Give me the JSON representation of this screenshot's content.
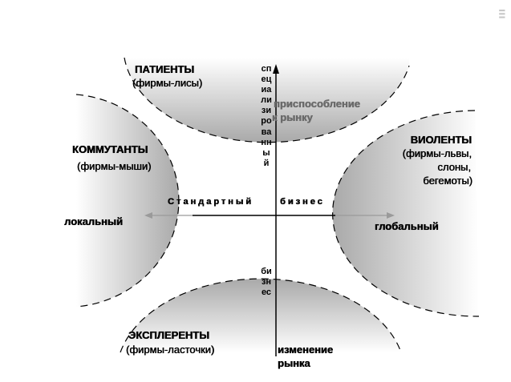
{
  "diagram": {
    "quadrants": {
      "patients": {
        "title": "ПАТИЕНТЫ",
        "subtitle": "(фирмы-лисы)"
      },
      "commutants": {
        "title": "КОММУТАНТЫ",
        "subtitle": "(фирмы-мыши)"
      },
      "violents": {
        "title": "ВИОЛЕНТЫ",
        "line2": "(фирмы-львы,",
        "line3": "слоны,",
        "line4": "бегемоты)"
      },
      "explerents": {
        "title": "ЭКСПЛЕРЕНТЫ",
        "subtitle": "(фирмы-ласточки)"
      }
    },
    "axes": {
      "vertical_top_label": "специализированный",
      "vertical_bottom_label": "бизнес",
      "horizontal_left_label": "Стандартный",
      "horizontal_right_label": "бизнес",
      "left_end_label": "локальный",
      "right_end_label": "глобальный",
      "top_annotation_line1": "приспособление",
      "top_annotation_line2": "к рынку",
      "bottom_annotation_line1": "изменение",
      "bottom_annotation_line2": "рынка"
    },
    "colors": {
      "shade_dark": "#a9a9a9",
      "shade_light": "#ffffff",
      "outline": "#000000",
      "arrow_gray": "#9a9a9a"
    }
  }
}
